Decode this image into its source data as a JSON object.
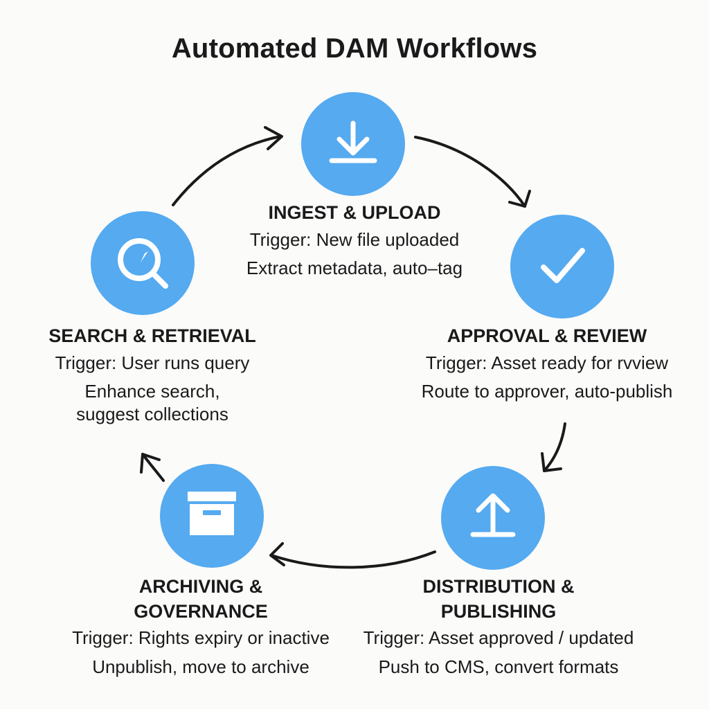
{
  "title": "Automated DAM Workflows",
  "steps": [
    {
      "id": "ingest",
      "title": "INGEST & UPLOAD",
      "icon": "download-icon",
      "trigger": "Trigger: New file uploaded",
      "action_lines": [
        "Extract metadata, auto–tag"
      ]
    },
    {
      "id": "approval",
      "title": "APPROVAL & REVIEW",
      "icon": "checkmark-icon",
      "trigger": "Trigger: Asset ready for rvview",
      "action_lines": [
        "Route to approver, auto-publish"
      ]
    },
    {
      "id": "distribution",
      "title_lines": [
        "DISTRIBUTION &",
        "PUBLISHING"
      ],
      "icon": "upload-icon",
      "trigger": "Trigger: Asset approved / updated",
      "action_lines": [
        "Push to CMS, convert formats"
      ]
    },
    {
      "id": "archiving",
      "title_lines": [
        "ARCHIVING &",
        "GOVERNANCE"
      ],
      "icon": "archive-box-icon",
      "trigger": "Trigger: Rights expiry or inactive",
      "action_lines": [
        "Unpublish, move to archive"
      ]
    },
    {
      "id": "search",
      "title": "SEARCH & RETRIEVAL",
      "icon": "search-icon",
      "trigger": "Trigger: User runs query",
      "action_lines": [
        "Enhance search,",
        "suggest collections"
      ]
    }
  ],
  "colors": {
    "node_fill": "#55aaf0",
    "icon_stroke": "#ffffff",
    "arrow_stroke": "#1a1a1a",
    "background": "#fbfbfa"
  }
}
